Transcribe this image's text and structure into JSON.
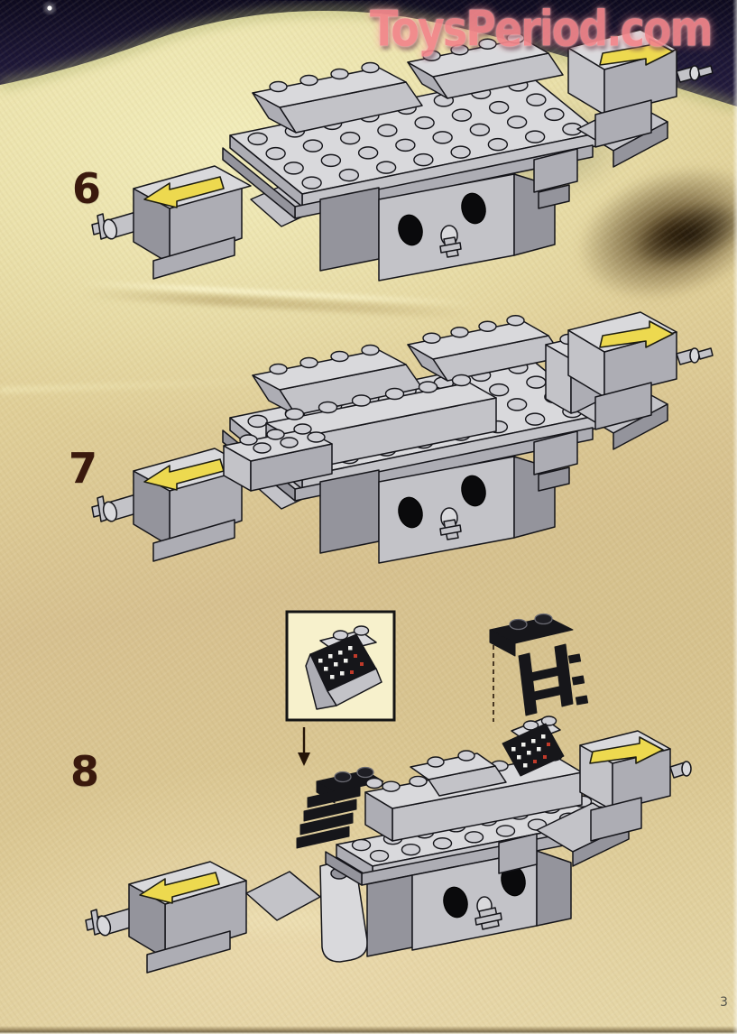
{
  "watermark": {
    "text": "ToysPeriod.com"
  },
  "page": {
    "number": "3"
  },
  "steps": [
    {
      "number": "6"
    },
    {
      "number": "7"
    },
    {
      "number": "8"
    }
  ],
  "icons": {
    "left_pod_arrow": "arrow-left",
    "right_pod_arrow": "arrow-right",
    "callout_pointer": "arrow-down"
  },
  "colors": {
    "watermark_pink": "#f2868b",
    "step_number_brown": "#3a190d",
    "sky_dark": "#161130",
    "sand_highlight": "#f0eab6",
    "sand_base": "#dcc795",
    "dune_shadow": "#3f2d10",
    "brick_light_gray": "#d9d9dc",
    "brick_mid_gray": "#c3c3c8",
    "brick_dark_gray": "#94949c",
    "arrow_yellow": "#edd94f",
    "black_part": "#16161a",
    "sticker_red": "#c03a2a",
    "inset_background": "#f7f1cc"
  }
}
